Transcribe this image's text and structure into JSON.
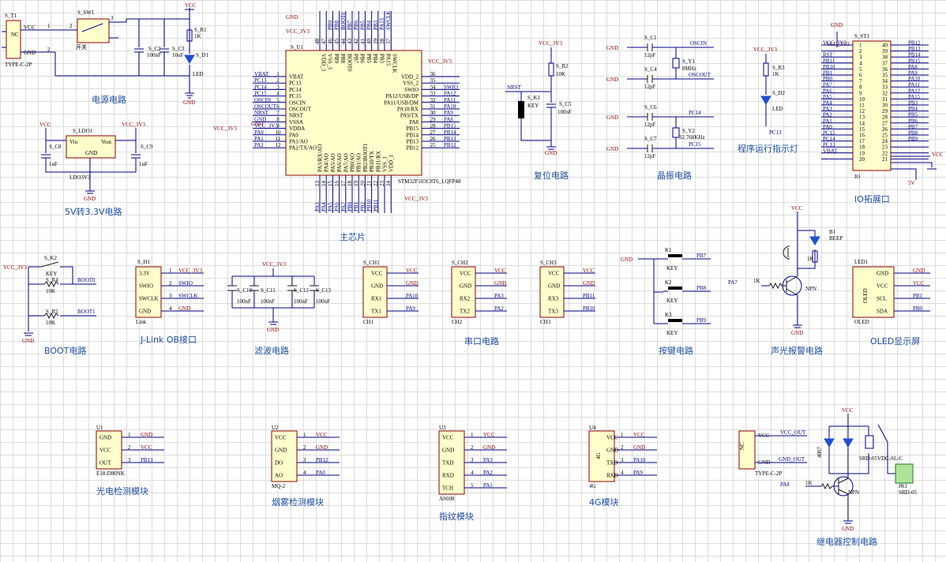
{
  "titles": {
    "power": "电源电路",
    "ldo": "5V转3.3V电路",
    "mcu": "主芯片",
    "reset": "复位电路",
    "crystal": "晶振电路",
    "run_led": "程序运行指示灯",
    "io": "IO拓展口",
    "boot": "BOOT电路",
    "jlink": "J-Link OB接口",
    "filter": "滤波电路",
    "serial": "串口电路",
    "keys": "按键电路",
    "alarm": "声光报警电路",
    "oled": "OLED显示屏",
    "photo": "光电检测模块",
    "smoke": "烟雾检测模块",
    "finger": "指纹模块",
    "g4": "4G模块",
    "relay": "继电器控制电路"
  },
  "power": {
    "usb_ref": "S_T1",
    "usb_part": "TYPE-C-2P",
    "usb_nc": "NC",
    "usb_vcc": "VCC",
    "usb_gnd": "GND",
    "sw_ref": "S_SW1",
    "sw_name": "开关",
    "vcc": "VCC",
    "c2": "S_C2",
    "c2v": "100nF",
    "c3": "S_C3",
    "c3v": "10uF",
    "r1": "S_R1",
    "r1v": "1K",
    "d1": "S_D1",
    "d1v": "LED",
    "gnd": "GND",
    "p1": "1",
    "p2": "2",
    "p3": "3"
  },
  "ldo": {
    "ref": "S_LDO1",
    "part": "LDO3V3",
    "vin": "Vin",
    "vout": "Vout",
    "gnd_pin": "GND",
    "vcc": "VCC",
    "vcc33": "VCC_3V3",
    "c8": "S_C8",
    "c8v": "1uF",
    "c9": "S_C9",
    "c9v": "1uF",
    "gnd": "GND"
  },
  "mcu": {
    "ref": "S_U1",
    "part": "STM32F103C8T6_LQFP48",
    "gnd": "GND",
    "vcc33": "VCC_3V3",
    "left_pins": [
      {
        "net": "VBAT",
        "num": "1",
        "name": "VBAT"
      },
      {
        "net": "PC13",
        "num": "2",
        "name": "PC13"
      },
      {
        "net": "PC14",
        "num": "3",
        "name": "PC14"
      },
      {
        "net": "PC15",
        "num": "4",
        "name": "PC15"
      },
      {
        "net": "OSCIN",
        "num": "5",
        "name": "OSCIN"
      },
      {
        "net": "OSCOUT",
        "num": "6",
        "name": "OSCOUT"
      },
      {
        "net": "NRST",
        "num": "7",
        "name": "NRST"
      },
      {
        "net": "GND",
        "num": "8",
        "name": "VSSA"
      },
      {
        "net": "VCC_3V3",
        "num": "9",
        "name": "VDDA"
      },
      {
        "net": "PA0",
        "num": "10",
        "name": "PA0"
      },
      {
        "net": "PA1",
        "num": "11",
        "name": "PA1/AO"
      },
      {
        "net": "PA2",
        "num": "12",
        "name": "PA2/TX/AO"
      }
    ],
    "right_pins": [
      {
        "net": "",
        "num": "36",
        "name": "VDD_2"
      },
      {
        "net": "",
        "num": "35",
        "name": "VSS_2"
      },
      {
        "net": "SWIO",
        "num": "34",
        "name": "SWIO"
      },
      {
        "net": "PA12",
        "num": "33",
        "name": "PA12/USB/DP"
      },
      {
        "net": "PA11",
        "num": "32",
        "name": "PA11/USB/DM"
      },
      {
        "net": "PA10",
        "num": "31",
        "name": "PA10/RX"
      },
      {
        "net": "PA9",
        "num": "30",
        "name": "PA9/TX"
      },
      {
        "net": "PA8",
        "num": "29",
        "name": "PA8"
      },
      {
        "net": "PB15",
        "num": "28",
        "name": "PB15"
      },
      {
        "net": "PB14",
        "num": "27",
        "name": "PB14"
      },
      {
        "net": "PB13",
        "num": "26",
        "name": "PB13"
      },
      {
        "net": "PB12",
        "num": "25",
        "name": "PB12"
      }
    ],
    "top_pins": [
      {
        "net": "",
        "num": "48",
        "name": "VDD_3"
      },
      {
        "net": "",
        "num": "47",
        "name": "VSS_3"
      },
      {
        "net": "PB9",
        "num": "46",
        "name": "PB9"
      },
      {
        "net": "PB8",
        "num": "45",
        "name": "PB8"
      },
      {
        "net": "BOOT0",
        "num": "44",
        "name": "BOOT0"
      },
      {
        "net": "PB7",
        "num": "43",
        "name": "PB7"
      },
      {
        "net": "PB6",
        "num": "42",
        "name": "PB6"
      },
      {
        "net": "PB5",
        "num": "41",
        "name": "PB5"
      },
      {
        "net": "PB4",
        "num": "40",
        "name": "PB4"
      },
      {
        "net": "PB3",
        "num": "39",
        "name": "PB3"
      },
      {
        "net": "PA15",
        "num": "38",
        "name": "PA15"
      },
      {
        "net": "SWCLK",
        "num": "37",
        "name": "SWCLK"
      }
    ],
    "bottom_pins": [
      {
        "net": "PA3",
        "num": "13",
        "name": "PA3/RX/AO"
      },
      {
        "net": "PA4",
        "num": "14",
        "name": "PA4/AO"
      },
      {
        "net": "PA5",
        "num": "15",
        "name": "PA5/AO"
      },
      {
        "net": "PA6",
        "num": "16",
        "name": "PA6/AO"
      },
      {
        "net": "PA7",
        "num": "17",
        "name": "PA7/AO"
      },
      {
        "net": "PB0",
        "num": "18",
        "name": "PB0/AO"
      },
      {
        "net": "PB1",
        "num": "19",
        "name": "PB1/AO"
      },
      {
        "net": "PB2",
        "num": "20",
        "name": "PB2/BOOT1"
      },
      {
        "net": "PB10",
        "num": "21",
        "name": "PB10/TX"
      },
      {
        "net": "PB11",
        "num": "22",
        "name": "PB11/RX"
      },
      {
        "net": "",
        "num": "23",
        "name": "VSS_1"
      },
      {
        "net": "",
        "num": "24",
        "name": "VDD_1"
      }
    ]
  },
  "reset": {
    "vcc33": "VCC_3V3",
    "r2": "S_R2",
    "r2v": "10K",
    "nrst": "NRST",
    "k1": "S_K1",
    "k1v": "KEY",
    "c5": "S_C5",
    "c5v": "100nF",
    "gnd": "GND"
  },
  "crystal": {
    "c1": "S_C1",
    "c4": "S_C4",
    "c6": "S_C6",
    "c7": "S_C7",
    "cv": "12pF",
    "y1": "S_Y1",
    "y1v": "8MHz",
    "y2": "S_Y2",
    "y2v": "32.768KHz",
    "oscin": "OSCIN",
    "oscout": "OSCOUT",
    "pc14": "PC14",
    "pc15": "PC15",
    "gnd": "GND"
  },
  "run_led": {
    "vcc33": "VCC_3V3",
    "r3": "S_R3",
    "r3v": "1K",
    "d2": "S_D2",
    "d2v": "LED",
    "net": "PC13"
  },
  "io": {
    "ref": "S_ST1",
    "label": "IO",
    "vcc33": "VCC_3V3",
    "gnd": "GND",
    "v5": "VCC",
    "v5b": "5V",
    "left": [
      {
        "net": "VCC_3V3",
        "num": "1"
      },
      {
        "net": "",
        "num": "2"
      },
      {
        "net": "RST",
        "num": "3"
      },
      {
        "net": "PB11",
        "num": "4"
      },
      {
        "net": "PB10",
        "num": "5"
      },
      {
        "net": "PB1",
        "num": "6"
      },
      {
        "net": "PB0",
        "num": "7"
      },
      {
        "net": "PA7",
        "num": "8"
      },
      {
        "net": "PA6",
        "num": "9"
      },
      {
        "net": "PA5",
        "num": "10"
      },
      {
        "net": "PA4",
        "num": "11"
      },
      {
        "net": "PA3",
        "num": "12"
      },
      {
        "net": "PA2",
        "num": "13"
      },
      {
        "net": "PA1",
        "num": "14"
      },
      {
        "net": "PA0",
        "num": "15"
      },
      {
        "net": "PC15",
        "num": "16"
      },
      {
        "net": "PC14",
        "num": "17"
      },
      {
        "net": "PC13",
        "num": "18"
      },
      {
        "net": "VBAT",
        "num": "19"
      },
      {
        "net": "",
        "num": "20"
      }
    ],
    "right": [
      {
        "net": "PB12",
        "num": "40"
      },
      {
        "net": "PB13",
        "num": "39"
      },
      {
        "net": "PB14",
        "num": "38"
      },
      {
        "net": "PB15",
        "num": "37"
      },
      {
        "net": "PA8",
        "num": "36"
      },
      {
        "net": "PA9",
        "num": "35"
      },
      {
        "net": "PA10",
        "num": "34"
      },
      {
        "net": "PA11",
        "num": "33"
      },
      {
        "net": "PA12",
        "num": "32"
      },
      {
        "net": "PA15",
        "num": "31"
      },
      {
        "net": "PB3",
        "num": "30"
      },
      {
        "net": "PB4",
        "num": "29"
      },
      {
        "net": "PB5",
        "num": "28"
      },
      {
        "net": "PB6",
        "num": "27"
      },
      {
        "net": "PB7",
        "num": "26"
      },
      {
        "net": "PB8",
        "num": "25"
      },
      {
        "net": "PB9",
        "num": "24"
      },
      {
        "net": "",
        "num": "23"
      },
      {
        "net": "",
        "num": "22"
      },
      {
        "net": "",
        "num": "21"
      }
    ]
  },
  "boot": {
    "vcc33": "VCC_3V3",
    "k2": "S_K2",
    "k2v": "KEY",
    "r4": "S_R4",
    "r4v": "10K",
    "r5": "S_R5",
    "r5v": "10K",
    "boot0": "BOOT0",
    "boot1": "BOOT1",
    "gnd": "GND"
  },
  "jlink": {
    "ref": "S_H1",
    "label": "Link",
    "pins": [
      {
        "name": "3.3V",
        "num": "1",
        "net": "VCC_3V3"
      },
      {
        "name": "SWIO",
        "num": "2",
        "net": "SWIO"
      },
      {
        "name": "SWCLK",
        "num": "3",
        "net": "SWCLK"
      },
      {
        "name": "GND",
        "num": "4",
        "net": "GND"
      }
    ]
  },
  "filter": {
    "vcc33": "VCC_3V3",
    "caps": [
      {
        "ref": "S_C10",
        "val": "100nF"
      },
      {
        "ref": "S_C11",
        "val": "100nF"
      },
      {
        "ref": "S_C12",
        "val": "100nF"
      },
      {
        "ref": "S_C13",
        "val": "100nF"
      }
    ],
    "gnd": "GND"
  },
  "serial": [
    {
      "ref": "S_CH1",
      "label": "CH1",
      "pins": [
        {
          "name": "VCC",
          "net": "VCC"
        },
        {
          "name": "GND",
          "net": "GND"
        },
        {
          "name": "RX1",
          "net": "PA10"
        },
        {
          "name": "TX1",
          "net": "PA9"
        }
      ]
    },
    {
      "ref": "S_CH2",
      "label": "CH2",
      "pins": [
        {
          "name": "VCC",
          "net": "VCC"
        },
        {
          "name": "GND",
          "net": "GND"
        },
        {
          "name": "RX2",
          "net": "PA3"
        },
        {
          "name": "TX2",
          "net": "PA2"
        }
      ]
    },
    {
      "ref": "S_CH3",
      "label": "CH3",
      "pins": [
        {
          "name": "VCC",
          "net": "VCC"
        },
        {
          "name": "GND",
          "net": "GND"
        },
        {
          "name": "RX3",
          "net": "PB11"
        },
        {
          "name": "TX3",
          "net": "PB10"
        }
      ]
    }
  ],
  "keys": {
    "gnd": "GND",
    "items": [
      {
        "ref": "K1",
        "val": "KEY",
        "net": "PB7"
      },
      {
        "ref": "K2",
        "val": "KEY",
        "net": "PB8"
      },
      {
        "ref": "K3",
        "val": "KEY",
        "net": "PB9"
      }
    ]
  },
  "alarm": {
    "vcc": "VCC",
    "b1": "B1",
    "b1v": "BEEP",
    "r": "1K",
    "pa7": "PA7",
    "rin": "1K",
    "q": "NPN",
    "gnd": "GND"
  },
  "oled": {
    "ref": "LED1",
    "label": "OLED",
    "body": "OLED",
    "pins": [
      {
        "name": "GND",
        "net": "GND"
      },
      {
        "name": "VCC",
        "net": "VCC"
      },
      {
        "name": "SCL",
        "net": "PB1"
      },
      {
        "name": "SDA",
        "net": "PB0"
      }
    ]
  },
  "modules": [
    {
      "ref": "U1",
      "label": "E18-D80NK",
      "pins": [
        {
          "name": "GND",
          "num": "1",
          "net": "GND"
        },
        {
          "name": "VCC",
          "num": "2",
          "net": "VCC"
        },
        {
          "name": "OUT",
          "num": "3",
          "net": "PB13"
        }
      ]
    },
    {
      "ref": "U2",
      "label": "MQ-2",
      "pins": [
        {
          "name": "VCC",
          "num": "1",
          "net": "VCC"
        },
        {
          "name": "GND",
          "num": "2",
          "net": "GND"
        },
        {
          "name": "DO",
          "num": "3",
          "net": "PB12"
        },
        {
          "name": "AO",
          "num": "4",
          "net": "PA0"
        }
      ]
    },
    {
      "ref": "U3",
      "label": "AS608",
      "pins": [
        {
          "name": "VCC",
          "num": "1",
          "net": "VCC"
        },
        {
          "name": "GND",
          "num": "2",
          "net": "GND"
        },
        {
          "name": "TXD",
          "num": "3",
          "net": "PA3"
        },
        {
          "name": "RXD",
          "num": "4",
          "net": "PA2"
        },
        {
          "name": "TCH",
          "num": "5",
          "net": "PA1"
        }
      ]
    },
    {
      "ref": "U4",
      "label": "4G",
      "body": "4G",
      "pins": [
        {
          "name": "VCC",
          "num": "1",
          "net": "VCC"
        },
        {
          "name": "GND",
          "num": "2",
          "net": "GND"
        },
        {
          "name": "TXD",
          "num": "3",
          "net": "PA10"
        },
        {
          "name": "RXD",
          "num": "4",
          "net": "PA9"
        }
      ]
    }
  ],
  "relay": {
    "vcc": "VCC",
    "vcc_out": "VCC_OUT",
    "gnd_out": "GND_OUT",
    "usb": "TYPE-C-2P",
    "nc": "NC",
    "vccp": "VCC",
    "gndp": "GND",
    "part": "SRD-05VDC-SL-C",
    "jk": "JK1",
    "jkv": "SRD-05",
    "pa8": "PA8",
    "r": "1K",
    "q": "NPN",
    "gnd": "GND",
    "d": "4007"
  }
}
